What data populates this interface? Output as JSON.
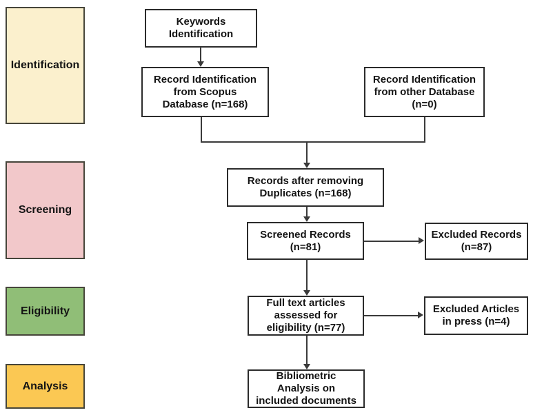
{
  "stages": [
    {
      "id": "identification",
      "label": "Identification",
      "color": "#FBF0CD"
    },
    {
      "id": "screening",
      "label": "Screening",
      "color": "#F2C8CA"
    },
    {
      "id": "eligibility",
      "label": "Eligibility",
      "color": "#90BE77"
    },
    {
      "id": "analysis",
      "label": "Analysis",
      "color": "#FBC853"
    }
  ],
  "nodes": {
    "keywords": {
      "lines": [
        "Keywords",
        "Identification"
      ]
    },
    "scopus": {
      "lines": [
        "Record Identification",
        "from Scopus",
        "Database (n=168)"
      ]
    },
    "otherdb": {
      "lines": [
        "Record Identification",
        "from other Database",
        "(n=0)"
      ]
    },
    "duplicates": {
      "lines": [
        "Records after removing",
        "Duplicates (n=168)"
      ]
    },
    "screened": {
      "lines": [
        "Screened Records",
        "(n=81)"
      ]
    },
    "excluded_records": {
      "lines": [
        "Excluded Records",
        "(n=87)"
      ]
    },
    "fulltext": {
      "lines": [
        "Full text articles",
        "assessed for",
        "eligibility (n=77)"
      ]
    },
    "excluded_articles": {
      "lines": [
        "Excluded Articles",
        "in press (n=4)"
      ]
    },
    "bibliometric": {
      "lines": [
        "Bibliometric",
        "Analysis on",
        "included documents"
      ]
    }
  },
  "edges": [
    {
      "from": "keywords",
      "to": "scopus",
      "arrow": true
    },
    {
      "from": "scopus",
      "to": "duplicates",
      "arrow": true
    },
    {
      "from": "otherdb",
      "to": "duplicates",
      "arrow": true
    },
    {
      "from": "duplicates",
      "to": "screened",
      "arrow": true
    },
    {
      "from": "screened",
      "to": "excluded_records",
      "arrow": true
    },
    {
      "from": "screened",
      "to": "fulltext",
      "arrow": true
    },
    {
      "from": "fulltext",
      "to": "excluded_articles",
      "arrow": true
    },
    {
      "from": "fulltext",
      "to": "bibliometric",
      "arrow": true
    }
  ],
  "line_color": "#3a3a3a",
  "node_border_color": "#2b2b2b"
}
